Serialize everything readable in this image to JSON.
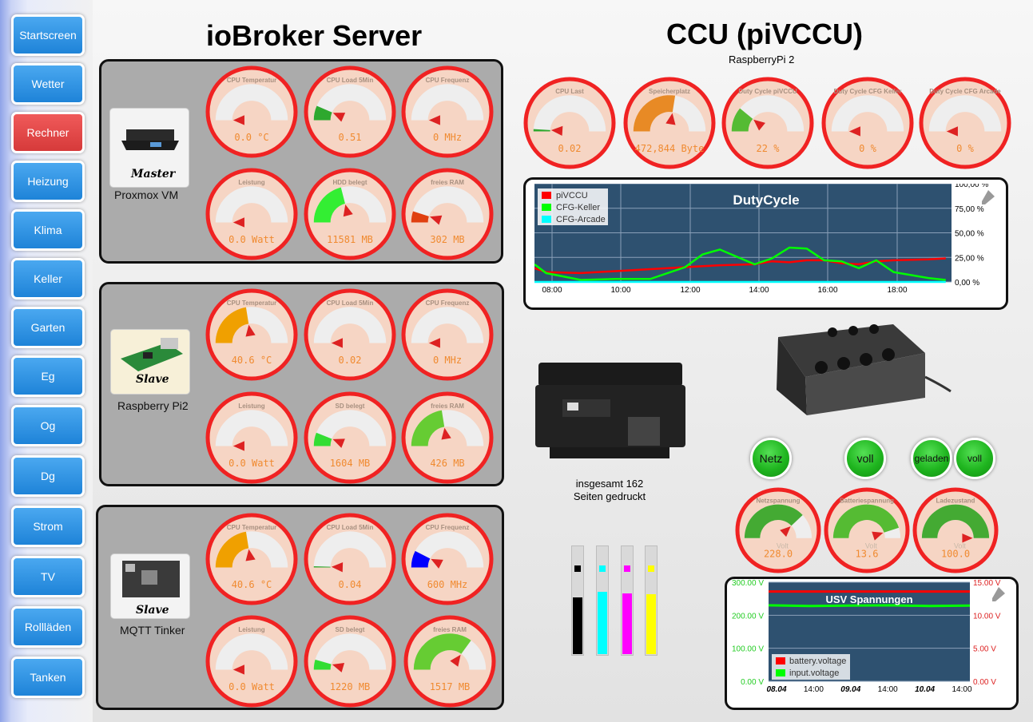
{
  "nav": [
    "Startscreen",
    "Wetter",
    "Rechner",
    "Heizung",
    "Klima",
    "Keller",
    "Garten",
    "Eg",
    "Og",
    "Dg",
    "Strom",
    "TV",
    "Rollläden",
    "Tanken"
  ],
  "nav_active": "Rechner",
  "iobroker": {
    "title": "ioBroker Server",
    "servers": [
      {
        "role": "Master",
        "name": "Proxmox VM",
        "gauges": [
          {
            "label": "CPU Temperatur",
            "value": "0.0 °C",
            "level": 0.0,
            "color": "#f0a000"
          },
          {
            "label": "CPU Load 5Min",
            "value": "0.51",
            "level": 0.13,
            "color": "#2ea82e"
          },
          {
            "label": "CPU Frequenz",
            "value": "0 MHz",
            "level": 0.0,
            "color": "#0000ff"
          },
          {
            "label": "Leistung",
            "value": "0.0 Watt",
            "level": 0.0,
            "color": "#2ea82e"
          },
          {
            "label": "HDD belegt",
            "value": "11581 MB",
            "level": 0.42,
            "color": "#33ee33"
          },
          {
            "label": "freies RAM",
            "value": "302 MB",
            "level": 0.1,
            "color": "#e04010"
          }
        ]
      },
      {
        "role": "Slave",
        "name": "Raspberry Pi2",
        "gauges": [
          {
            "label": "CPU Temperatur",
            "value": "40.6 °C",
            "level": 0.45,
            "color": "#f0a000"
          },
          {
            "label": "CPU Load 5Min",
            "value": "0.02",
            "level": 0.0,
            "color": "#2ea82e"
          },
          {
            "label": "CPU Frequenz",
            "value": "0 MHz",
            "level": 0.0,
            "color": "#0000ff"
          },
          {
            "label": "Leistung",
            "value": "0.0 Watt",
            "level": 0.0,
            "color": "#2ea82e"
          },
          {
            "label": "SD belegt",
            "value": "1604 MB",
            "level": 0.12,
            "color": "#33dd33"
          },
          {
            "label": "freies RAM",
            "value": "426 MB",
            "level": 0.45,
            "color": "#66cc33"
          }
        ]
      },
      {
        "role": "Slave",
        "name": "MQTT Tinker",
        "gauges": [
          {
            "label": "CPU Temperatur",
            "value": "40.6 °C",
            "level": 0.45,
            "color": "#f0a000"
          },
          {
            "label": "CPU Load 5Min",
            "value": "0.04",
            "level": 0.01,
            "color": "#2ea82e"
          },
          {
            "label": "CPU Frequenz",
            "value": "600 MHz",
            "level": 0.15,
            "color": "#0000ff"
          },
          {
            "label": "Leistung",
            "value": "0.0 Watt",
            "level": 0.0,
            "color": "#2ea82e"
          },
          {
            "label": "SD belegt",
            "value": "1220 MB",
            "level": 0.09,
            "color": "#33dd33"
          },
          {
            "label": "freies RAM",
            "value": "1517 MB",
            "level": 0.7,
            "color": "#66cc33"
          }
        ]
      }
    ]
  },
  "ccu": {
    "title": "CCU (piVCCU)",
    "subtitle": "RaspberryPi 2",
    "gauges": [
      {
        "label": "CPU Last",
        "value": "0.02",
        "level": 0.02,
        "color": "#2ea82e"
      },
      {
        "label": "Speicherplatz",
        "value": "472,844 Byte",
        "level": 0.55,
        "color": "#e88a25"
      },
      {
        "label": "Duty Cycle piVCCU",
        "value": "22 %",
        "level": 0.22,
        "color": "#55bb33"
      },
      {
        "label": "Duty Cycle CFG Keller",
        "value": "0 %",
        "level": 0.0,
        "color": "#2ea82e"
      },
      {
        "label": "Duty Cycle CFG Arcade",
        "value": "0 %",
        "level": 0.0,
        "color": "#2ea82e"
      }
    ]
  },
  "charts": {
    "duty": {
      "title": "DutyCycle",
      "legend": [
        {
          "name": "piVCCU",
          "color": "#ff0000"
        },
        {
          "name": "CFG-Keller",
          "color": "#00ff00"
        },
        {
          "name": "CFG-Arcade",
          "color": "#00ffff"
        }
      ],
      "xticks": [
        "08:00",
        "10:00",
        "12:00",
        "14:00",
        "16:00",
        "18:00"
      ],
      "yticks": [
        "100,00 %",
        "75,00 %",
        "50,00 %",
        "25,00 %",
        "0,00 %"
      ]
    },
    "usv": {
      "title": "USV Spannungen",
      "legend": [
        {
          "name": "battery.voltage",
          "color": "#ff0000"
        },
        {
          "name": "input.voltage",
          "color": "#00ff00"
        }
      ],
      "yleft": [
        "300.00 V",
        "200.00 V",
        "100.00 V",
        "0.00 V"
      ],
      "yright": [
        "15.00 V",
        "10.00 V",
        "5.00 V",
        "0.00 V"
      ],
      "xticks": [
        "08.04",
        "14:00",
        "09.04",
        "14:00",
        "10.04",
        "14:00"
      ]
    }
  },
  "chart_data": [
    {
      "type": "line",
      "title": "DutyCycle",
      "xlabel": "",
      "ylabel": "",
      "ylim": [
        0,
        100
      ],
      "x": [
        "07:40",
        "08:00",
        "09:00",
        "10:00",
        "11:00",
        "12:00",
        "12:30",
        "13:00",
        "14:00",
        "14:30",
        "15:00",
        "15:30",
        "16:00",
        "16:30",
        "17:00",
        "17:30",
        "18:00",
        "19:00",
        "19:30"
      ],
      "series": [
        {
          "name": "piVCCU",
          "values": [
            14,
            10,
            9,
            11,
            13,
            15,
            16,
            17,
            18,
            21,
            20,
            22,
            22,
            19,
            18,
            21,
            22,
            23,
            24
          ]
        },
        {
          "name": "CFG-Keller",
          "values": [
            18,
            9,
            2,
            3,
            3,
            15,
            28,
            33,
            18,
            24,
            35,
            34,
            22,
            21,
            14,
            22,
            10,
            4,
            2
          ]
        },
        {
          "name": "CFG-Arcade",
          "values": [
            0,
            0,
            0,
            0,
            0,
            0,
            0,
            0,
            0,
            0,
            0,
            0,
            0,
            0,
            0,
            0,
            0,
            0,
            0
          ]
        }
      ],
      "grid": true,
      "legend": "top-left"
    },
    {
      "type": "line",
      "title": "USV Spannungen",
      "xlabel": "",
      "ylabel": "",
      "ylim": [
        0,
        300
      ],
      "x": [
        "08.04",
        "14:00",
        "09.04",
        "14:00",
        "10.04",
        "14:00"
      ],
      "series": [
        {
          "name": "battery.voltage",
          "axis": "right",
          "ylim": [
            0,
            15
          ],
          "values": [
            13.6,
            13.6,
            13.6,
            13.6,
            13.6,
            13.6
          ]
        },
        {
          "name": "input.voltage",
          "axis": "left",
          "values": [
            230,
            228,
            229,
            230,
            228,
            229
          ]
        }
      ],
      "grid": true,
      "legend": "bottom-left"
    }
  ],
  "printer": {
    "line1": "insgesamt 162",
    "line2": "Seiten gedruckt",
    "inks": [
      {
        "name": "black",
        "color": "#000000",
        "level": 0.52
      },
      {
        "name": "cyan",
        "color": "#00ffff",
        "level": 0.57
      },
      {
        "name": "magenta",
        "color": "#ff00ff",
        "level": 0.56
      },
      {
        "name": "yellow",
        "color": "#ffff00",
        "level": 0.55
      }
    ]
  },
  "ups": {
    "status": [
      "Netz",
      "voll",
      "geladen",
      "voll"
    ],
    "gauges": [
      {
        "label": "Netzspannung",
        "unit": "Volt",
        "value": "228.0",
        "level": 0.76,
        "color": "#44aa33"
      },
      {
        "label": "Batteriespannung",
        "unit": "Volt",
        "value": "13.6",
        "level": 0.9,
        "color": "#55bb33"
      },
      {
        "label": "Ladezustand",
        "unit": "Volt",
        "value": "100.0",
        "level": 1.0,
        "color": "#44aa33"
      }
    ]
  }
}
